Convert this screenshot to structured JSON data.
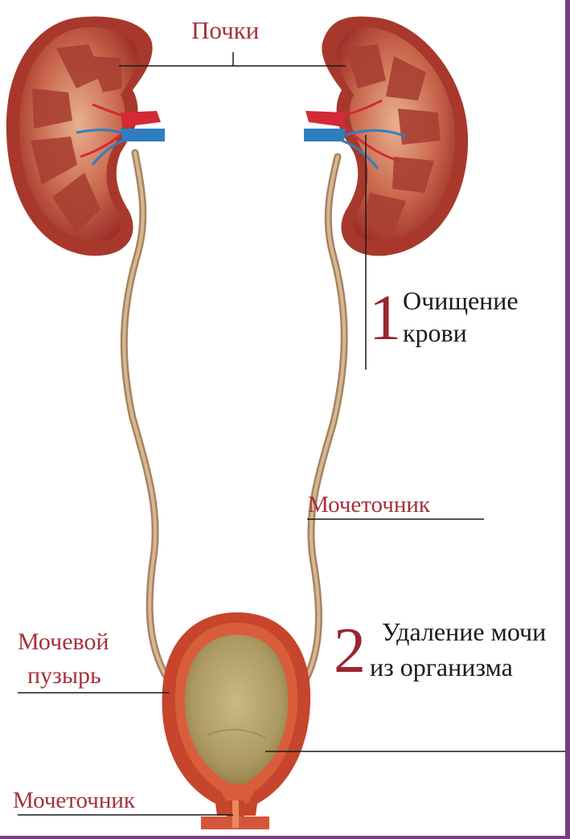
{
  "labels": {
    "kidneys": "Почки",
    "step1_number": "1",
    "step1_text_line1": "Очищение",
    "step1_text_line2": "крови",
    "ureter": "Мочеточник",
    "step2_number": "2",
    "step2_text_line1": "Удаление мочи",
    "step2_text_line2": "из организма",
    "bladder_line1": "Мочевой",
    "bladder_line2": "пузырь",
    "urethra": "Мочеточник"
  },
  "colors": {
    "label_red": "#a4303a",
    "number_red": "#9a2530",
    "kidney_outer": "#a8382c",
    "kidney_inner": "#e29a76",
    "artery": "#d42a35",
    "vein": "#2f7fc0",
    "ureter": "#c9a37c",
    "bladder_wall": "#c6452c",
    "bladder_inside": "#bba872",
    "frame": "#7a3b84"
  }
}
